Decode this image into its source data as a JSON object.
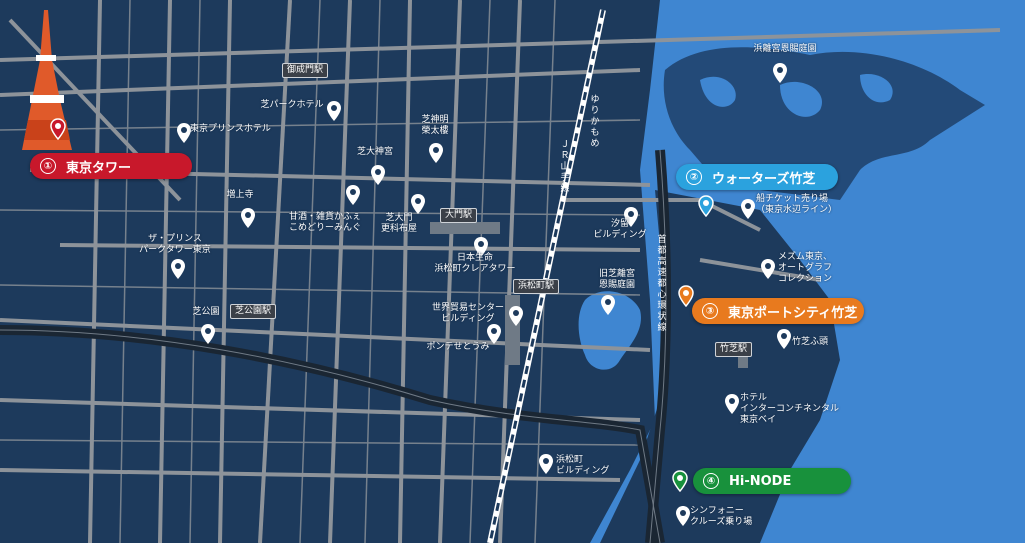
{
  "colors": {
    "land": "#1d3a5c",
    "water": "#3f86d1",
    "road": "#8d939a",
    "highway": "#1a2633",
    "callout_red": "#c8182b",
    "callout_blue": "#2ba2de",
    "callout_orange": "#e87a1e",
    "callout_green": "#18913c"
  },
  "callouts": [
    {
      "num": "①",
      "label": "東京タワー",
      "color": "#c8182b"
    },
    {
      "num": "②",
      "label": "ウォーターズ竹芝",
      "color": "#2ba2de"
    },
    {
      "num": "③",
      "label": "東京ポートシティ竹芝",
      "color": "#e87a1e"
    },
    {
      "num": "④",
      "label": "Hi-NODE",
      "color": "#18913c"
    }
  ],
  "stations": [
    "御成門駅",
    "大門駅",
    "浜松町駅",
    "芝公園駅",
    "竹芝駅"
  ],
  "places": [
    "浜離宮恩賜庭園",
    "芝パークホテル",
    "東京プリンスホテル",
    "芝神明\n榮太樓",
    "芝大神宮",
    "増上寺",
    "甘酒・雑貨かふぇ\nこめどりーみんぐ",
    "芝大門\n更科布屋",
    "ザ・プリンス\nパークタワー東京",
    "日本生命\n浜松町クレアタワー",
    "汐留\nビルディング",
    "旧芝離宮\n恩賜庭園",
    "世界貿易センター\nビルディング",
    "ポンテせとうみ",
    "芝公園",
    "船チケット売り場\n（東京水辺ライン）",
    "メズム東京、\nオートグラフ\nコレクション",
    "竹芝ふ頭",
    "ホテル\nインターコンチネンタル\n東京ベイ",
    "浜松町\nビルディング",
    "シンフォニー\nクルーズ乗り場"
  ],
  "lines": {
    "jr": "ＪＲ山手線",
    "yurikamome": "ゆりかもめ",
    "expressway": "首都高速都心環状線"
  }
}
